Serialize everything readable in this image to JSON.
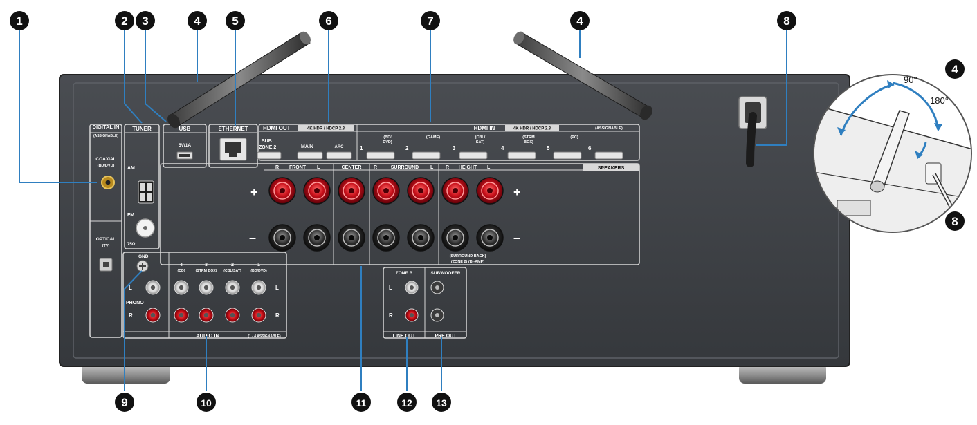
{
  "callouts": [
    "1",
    "2",
    "3",
    "4",
    "5",
    "6",
    "7",
    "8",
    "9",
    "10",
    "11",
    "12",
    "13"
  ],
  "labels": {
    "digital_in": "DIGITAL IN",
    "digital_in_sub": "(ASSIGNABLE)",
    "coaxial": "COAXIAL",
    "coaxial_sub": "(BD/DVD)",
    "optical": "OPTICAL",
    "optical_sub": "(TV)",
    "tuner": "TUNER",
    "am": "AM",
    "fm": "FM",
    "ohm": "75Ω",
    "usb": "USB",
    "usb_rating": "5V/1A",
    "ethernet": "ETHERNET",
    "hdmi_out": "HDMI OUT",
    "hdmi_out_spec": "4K HDR / HDCP 2.3",
    "sub_zone2_a": "SUB",
    "sub_zone2_b": "ZONE 2",
    "main": "MAIN",
    "arc": "ARC",
    "hdmi_in": "HDMI IN",
    "hdmi_in_spec": "4K HDR / HDCP 2.3",
    "hdmi_in_assign": "(ASSIGNABLE)",
    "speakers": "SPEAKERS",
    "front": "FRONT",
    "center": "CENTER",
    "surround": "SURROUND",
    "height": "HEIGHT",
    "r": "R",
    "l": "L",
    "plus": "+",
    "minus": "–",
    "surround_back_a": "(SURROUND BACK)",
    "surround_back_b": "(ZONE 2)",
    "surround_back_c": "(BI-AMP)",
    "gnd": "GND",
    "phono": "PHONO",
    "audio_in": "AUDIO IN",
    "audio_in_assign": "(1 - 4 ASSIGNABLE)",
    "zone_b": "ZONE B",
    "subwoofer": "SUBWOOFER",
    "line_out": "LINE OUT",
    "pre_out": "PRE OUT",
    "deg90": "90°",
    "deg180": "180°"
  },
  "hdmi_inputs": [
    {
      "num": "1",
      "name": "(BD/",
      "name2": "DVD)"
    },
    {
      "num": "2",
      "name": "(GAME)",
      "name2": ""
    },
    {
      "num": "3",
      "name": "(CBL/",
      "name2": "SAT)"
    },
    {
      "num": "4",
      "name": "(STRM",
      "name2": "BOX)"
    },
    {
      "num": "5",
      "name": "(PC)",
      "name2": ""
    },
    {
      "num": "6",
      "name": "",
      "name2": ""
    }
  ],
  "audio_inputs": [
    {
      "num": "4",
      "name": "(CD)"
    },
    {
      "num": "3",
      "name": "(STRM BOX)"
    },
    {
      "num": "2",
      "name": "(CBL/SAT)"
    },
    {
      "num": "1",
      "name": "(BD/DVD)"
    }
  ]
}
